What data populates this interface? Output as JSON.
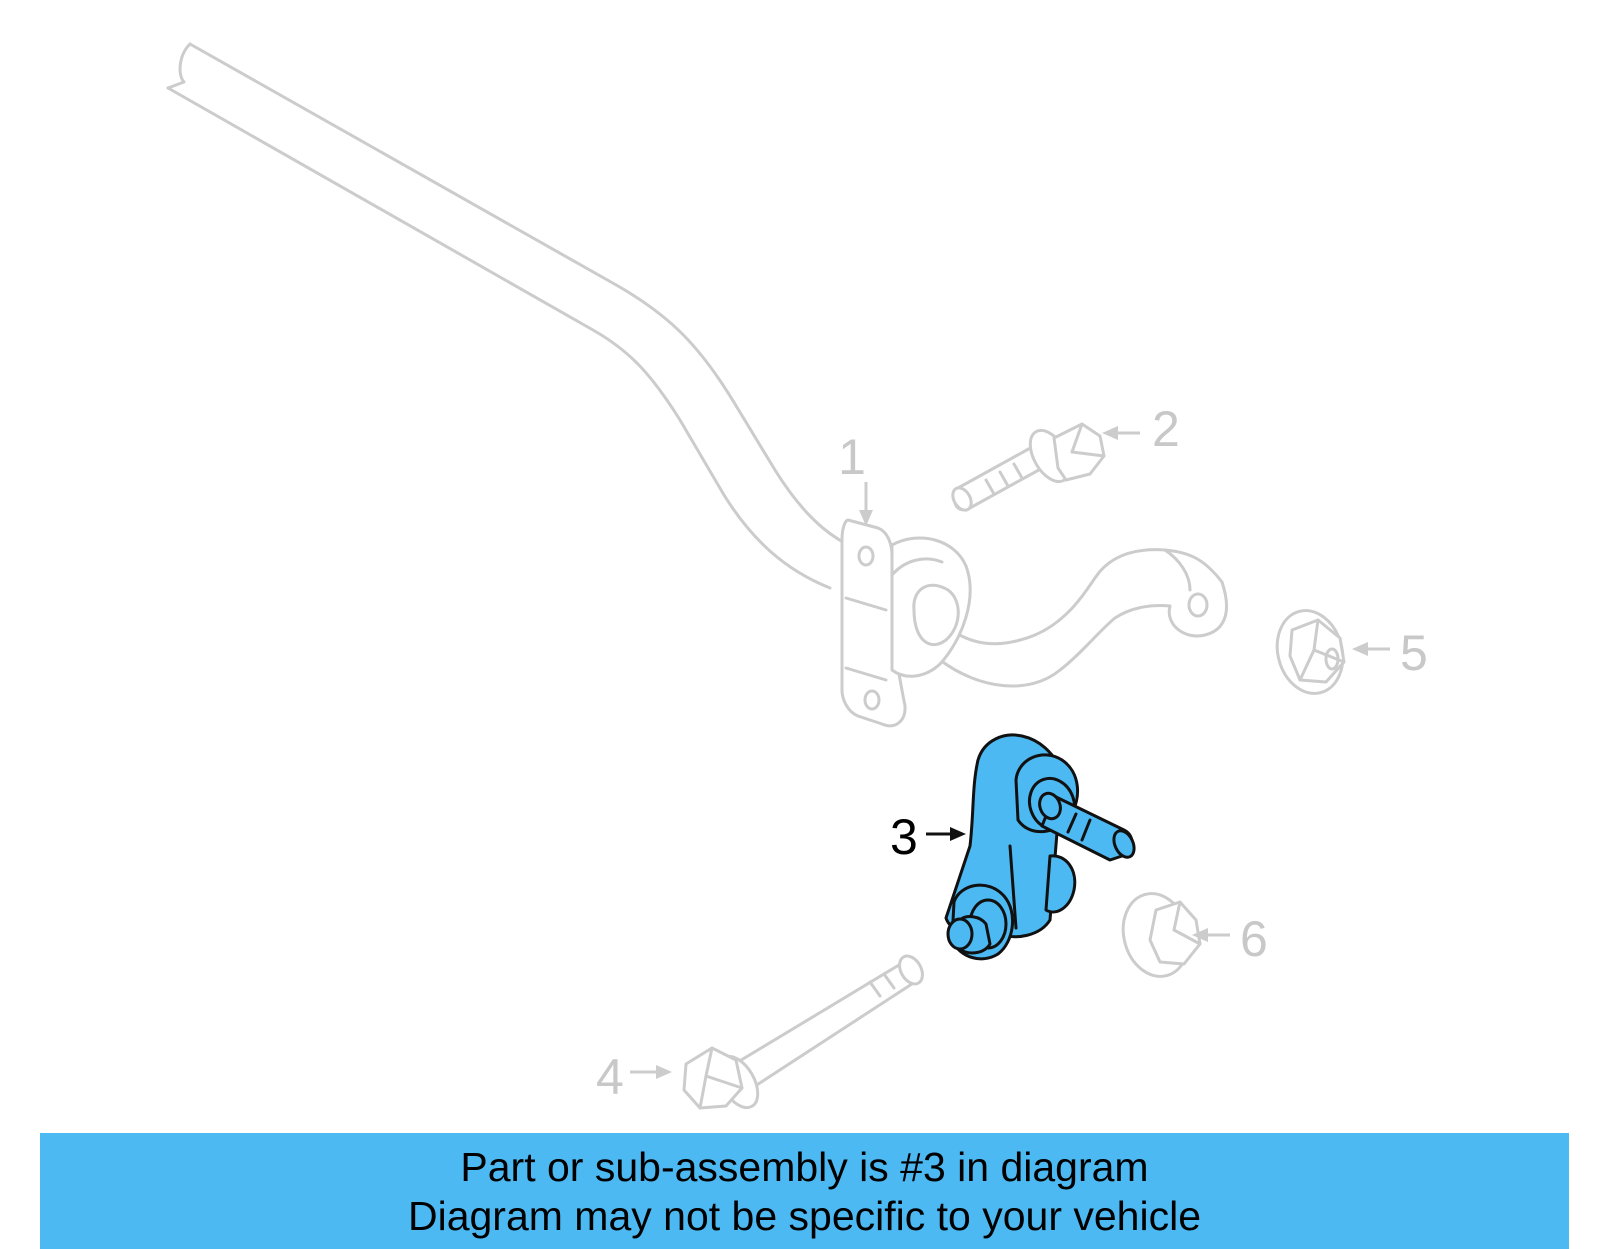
{
  "callouts": {
    "c1": "1",
    "c2": "2",
    "c3": "3",
    "c4": "4",
    "c5": "5",
    "c6": "6"
  },
  "highlighted_part": "3",
  "notice": {
    "line1": "Part or sub-assembly is #3 in diagram",
    "line2": "Diagram may not be specific to your vehicle"
  },
  "colors": {
    "highlight": "#4db9f2",
    "banner": "#4db9f2",
    "ghost_line": "#cccccc"
  }
}
